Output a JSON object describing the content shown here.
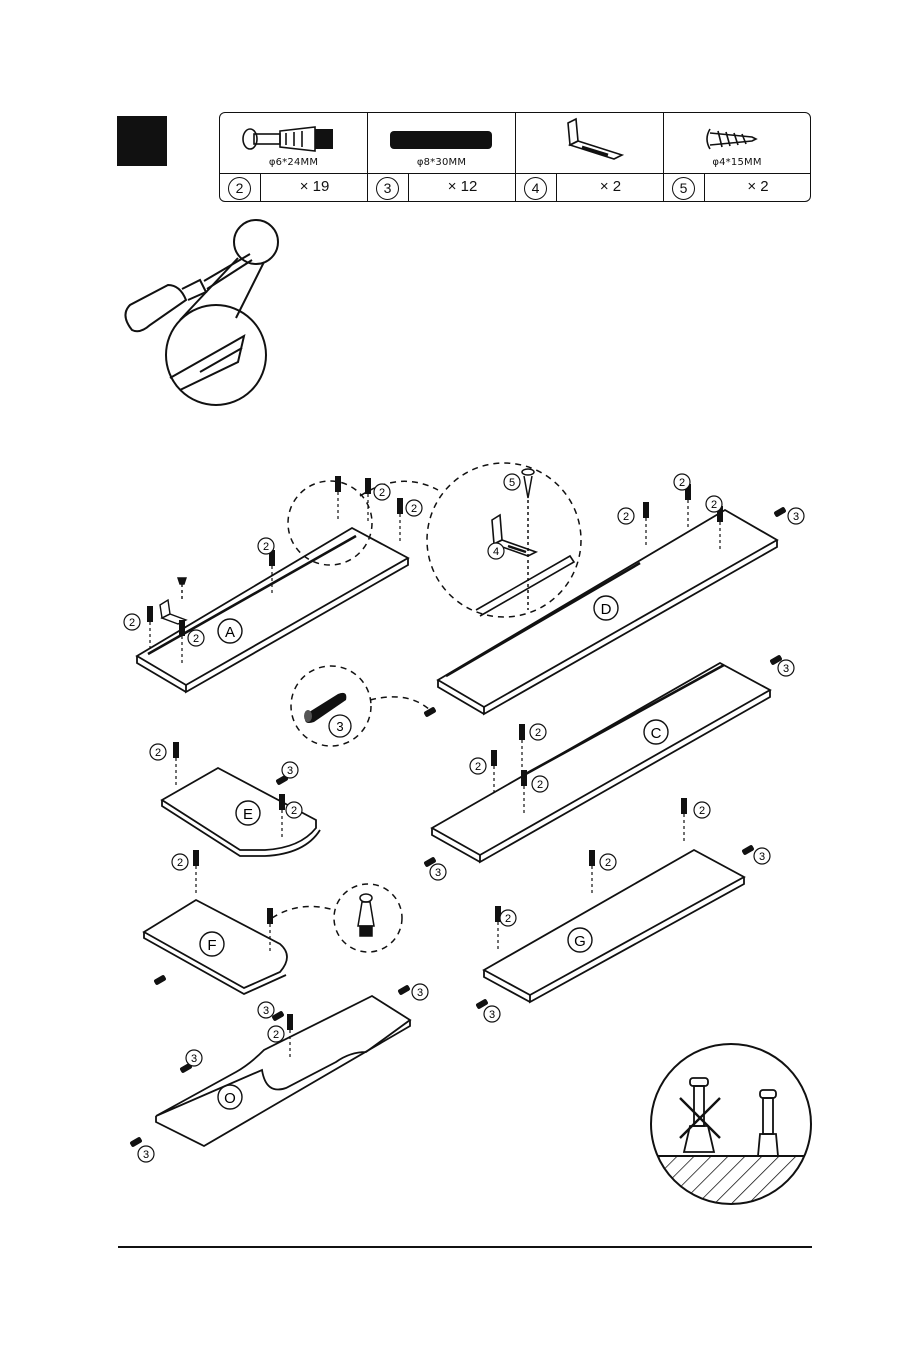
{
  "parts": [
    {
      "id": "2",
      "spec": "φ6*24MM",
      "qty": "× 19",
      "icon": "cam-bolt-icon"
    },
    {
      "id": "3",
      "spec": "φ8*30MM",
      "qty": "× 12",
      "icon": "wooden-dowel-icon"
    },
    {
      "id": "4",
      "spec": "",
      "qty": "× 2",
      "icon": "l-bracket-icon"
    },
    {
      "id": "5",
      "spec": "φ4*15MM",
      "qty": "× 2",
      "icon": "screw-icon"
    }
  ],
  "panels": {
    "A": "A",
    "D": "D",
    "C": "C",
    "E": "E",
    "F": "F",
    "G": "G",
    "O": "O"
  },
  "callouts": {
    "two": "2",
    "three": "3",
    "four": "4",
    "five": "5"
  },
  "colors": {
    "ink": "#111111",
    "paper": "#ffffff"
  },
  "tool": "phillips-screwdriver-icon"
}
